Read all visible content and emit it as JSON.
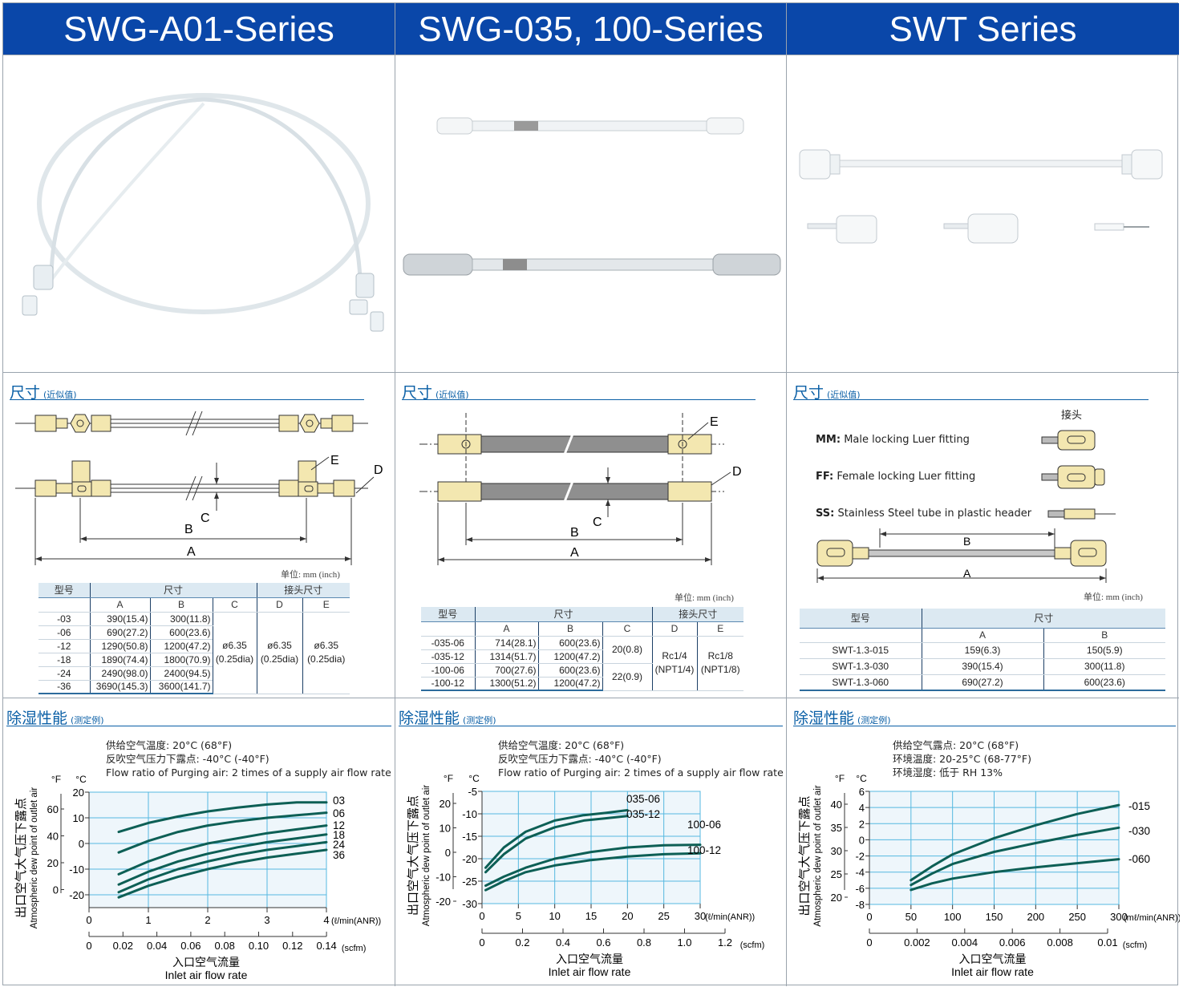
{
  "columns": [
    {
      "header": "SWG-A01-Series",
      "dims_title": "尺寸",
      "dims_sub": "(近似值)",
      "dim_letters": {
        "a": "A",
        "b": "B",
        "c": "C",
        "d": "D",
        "e": "E"
      },
      "unit": "单位: mm (inch)",
      "table": {
        "head1": [
          "型号",
          "尺寸",
          "接头尺寸"
        ],
        "head2": [
          "A",
          "B",
          "C",
          "D",
          "E"
        ],
        "rows": [
          {
            "model": "-03",
            "a": "390(15.4)",
            "b": "300(11.8)"
          },
          {
            "model": "-06",
            "a": "690(27.2)",
            "b": "600(23.6)"
          },
          {
            "model": "-12",
            "a": "1290(50.8)",
            "b": "1200(47.2)"
          },
          {
            "model": "-18",
            "a": "1890(74.4)",
            "b": "1800(70.9)"
          },
          {
            "model": "-24",
            "a": "2490(98.0)",
            "b": "2400(94.5)"
          },
          {
            "model": "-36",
            "a": "3690(145.3)",
            "b": "3600(141.7)"
          }
        ],
        "c": [
          "ø6.35",
          "(0.25dia)"
        ],
        "d": [
          "ø6.35",
          "(0.25dia)"
        ],
        "e": [
          "ø6.35",
          "(0.25dia)"
        ]
      },
      "perf_title": "除湿性能",
      "perf_sub": "(测定例)",
      "notes": [
        "供给空气温度: 20°C (68°F)",
        "反吹空气压力下露点: -40°C (-40°F)",
        "Flow ratio of Purging air: 2 times of a supply air flow rate"
      ]
    },
    {
      "header": "SWG-035, 100-Series",
      "dims_title": "尺寸",
      "dims_sub": "(近似值)",
      "dim_letters": {
        "a": "A",
        "b": "B",
        "c": "C",
        "d": "D",
        "e": "E"
      },
      "unit": "单位: mm (inch)",
      "table": {
        "head1": [
          "型号",
          "尺寸",
          "接头尺寸"
        ],
        "head2": [
          "A",
          "B",
          "C",
          "D",
          "E"
        ],
        "rows": [
          {
            "model": "-035-06",
            "a": "714(28.1)",
            "b": "600(23.6)"
          },
          {
            "model": "-035-12",
            "a": "1314(51.7)",
            "b": "1200(47.2)"
          },
          {
            "model": "-100-06",
            "a": "700(27.6)",
            "b": "600(23.6)"
          },
          {
            "model": "-100-12",
            "a": "1300(51.2)",
            "b": "1200(47.2)"
          }
        ],
        "c": [
          "20(0.8)",
          "22(0.9)"
        ],
        "d": [
          "Rc1/4",
          "(NPT1/4)"
        ],
        "e": [
          "Rc1/8",
          "(NPT1/8)"
        ]
      },
      "perf_title": "除湿性能",
      "perf_sub": "(测定例)",
      "notes": [
        "供给空气温度: 20°C (68°F)",
        "反吹空气压力下露点: -40°C (-40°F)",
        "Flow ratio of Purging air: 2 times of a supply air flow rate"
      ]
    },
    {
      "header": "SWT Series",
      "dims_title": "尺寸",
      "dims_sub": "(近似值)",
      "fitting_head": "接头",
      "fittings": [
        {
          "code": "MM:",
          "text": "Male locking Luer fitting"
        },
        {
          "code": "FF:",
          "text": "Female locking Luer fitting"
        },
        {
          "code": "SS:",
          "text": "Stainless Steel tube in plastic header"
        }
      ],
      "dim_letters": {
        "a": "A",
        "b": "B"
      },
      "unit": "单位: mm (inch)",
      "table": {
        "head1": [
          "型号",
          "尺寸"
        ],
        "head2": [
          "A",
          "B"
        ],
        "rows": [
          {
            "model": "SWT-1.3-015",
            "a": "159(6.3)",
            "b": "150(5.9)"
          },
          {
            "model": "SWT-1.3-030",
            "a": "390(15.4)",
            "b": "300(11.8)"
          },
          {
            "model": "SWT-1.3-060",
            "a": "690(27.2)",
            "b": "600(23.6)"
          }
        ]
      },
      "perf_title": "除湿性能",
      "perf_sub": "(测定例)",
      "notes": [
        "供给空气露点: 20°C (68°F)",
        "环境温度: 20-25°C (68-77°F)",
        "环境湿度: 低于 RH 13%"
      ]
    }
  ],
  "chart_data": [
    {
      "type": "line",
      "ylabel_cn": "出口空气大气压下露点",
      "ylabel_en": "Atmospheric dew point of outlet air",
      "y_unit_f": "°F",
      "y_unit_c": "°C",
      "ylim": [
        -25,
        20
      ],
      "yticks_c": [
        "20",
        "10",
        "0",
        "-10",
        "-20"
      ],
      "yticks_f": [
        "60",
        "40",
        "20",
        "0"
      ],
      "xlim": [
        0,
        4
      ],
      "xticks": [
        "0",
        "1",
        "2",
        "3",
        "4"
      ],
      "x_unit": "(ℓ/min(ANR))",
      "xticks2": [
        "0",
        "0.02",
        "0.04",
        "0.06",
        "0.08",
        "0.10",
        "0.12",
        "0.14"
      ],
      "x2_unit": "(scfm)",
      "xlabel_cn": "入口空气流量",
      "xlabel_en": "Inlet air flow rate",
      "series": [
        {
          "name": "03",
          "x": [
            0.5,
            1,
            1.5,
            2,
            2.5,
            3,
            3.5,
            4
          ],
          "y": [
            4.5,
            8,
            10.5,
            12.5,
            14,
            15.2,
            16,
            16
          ]
        },
        {
          "name": "06",
          "x": [
            0.5,
            1,
            1.5,
            2,
            2.5,
            3,
            3.5,
            4
          ],
          "y": [
            -3.5,
            1,
            4.5,
            7,
            8.7,
            10,
            11,
            12
          ]
        },
        {
          "name": "12",
          "x": [
            0.5,
            1,
            1.5,
            2,
            2.5,
            3,
            3.5,
            4
          ],
          "y": [
            -12,
            -7,
            -3,
            0,
            2,
            4,
            5.5,
            7
          ]
        },
        {
          "name": "18",
          "x": [
            0.5,
            1,
            1.5,
            2,
            2.5,
            3,
            3.5,
            4
          ],
          "y": [
            -16,
            -11,
            -7,
            -4,
            -1.5,
            0.5,
            2,
            3.5
          ]
        },
        {
          "name": "24",
          "x": [
            0.5,
            1,
            1.5,
            2,
            2.5,
            3,
            3.5,
            4
          ],
          "y": [
            -19,
            -14,
            -10,
            -7,
            -4.5,
            -2.5,
            -1,
            0.5
          ]
        },
        {
          "name": "36",
          "x": [
            0.5,
            1,
            1.5,
            2,
            2.5,
            3,
            3.5,
            4
          ],
          "y": [
            -21,
            -16.5,
            -13,
            -10,
            -7.5,
            -5.5,
            -4,
            -2.5
          ]
        }
      ]
    },
    {
      "type": "line",
      "ylabel_cn": "出口空气大气压下露点",
      "ylabel_en": "Atmospheric dew point of outlet air",
      "y_unit_f": "°F",
      "y_unit_c": "°C",
      "ylim": [
        -30,
        -5
      ],
      "yticks_c": [
        "-5",
        "-10",
        "-15",
        "-20",
        "-25",
        "-30"
      ],
      "yticks_f": [
        "20",
        "10",
        "0",
        "-10",
        "-20"
      ],
      "xlim": [
        0,
        30
      ],
      "xticks": [
        "0",
        "5",
        "10",
        "15",
        "20",
        "25",
        "30"
      ],
      "x_unit": "(ℓ/min(ANR))",
      "xticks2": [
        "0",
        "0.2",
        "0.4",
        "0.6",
        "0.8",
        "1.0",
        "1.2"
      ],
      "x2_unit": "(scfm)",
      "xlabel_cn": "入口空气流量",
      "xlabel_en": "Inlet air flow rate",
      "series": [
        {
          "name": "035-06",
          "x": [
            0.5,
            3,
            6,
            10,
            14,
            17,
            20
          ],
          "y": [
            -22,
            -17.5,
            -14,
            -11.5,
            -10.3,
            -9.8,
            -9.2
          ]
        },
        {
          "name": "035-12",
          "x": [
            0.5,
            3,
            6,
            10,
            14,
            17,
            20
          ],
          "y": [
            -23,
            -19,
            -15.5,
            -13,
            -11.5,
            -11,
            -10.5
          ]
        },
        {
          "name": "100-06",
          "x": [
            0.5,
            3,
            6,
            10,
            15,
            20,
            25,
            30
          ],
          "y": [
            -26,
            -24,
            -22,
            -20,
            -18.5,
            -17.5,
            -17,
            -16.9
          ]
        },
        {
          "name": "100-12",
          "x": [
            0.5,
            3,
            6,
            10,
            15,
            20,
            25,
            30
          ],
          "y": [
            -27,
            -25,
            -23,
            -21.5,
            -20.3,
            -19.5,
            -19,
            -18.8
          ]
        }
      ]
    },
    {
      "type": "line",
      "ylabel_cn": "出口空气大气压下露点",
      "ylabel_en": "Atmospheric dew point of outlet air",
      "y_unit_f": "°F",
      "y_unit_c": "°C",
      "ylim": [
        -8,
        6
      ],
      "yticks_c": [
        "6",
        "4",
        "2",
        "0",
        "-2",
        "-4",
        "-6",
        "-8"
      ],
      "yticks_f": [
        "40",
        "35",
        "30",
        "25",
        "20"
      ],
      "xlim": [
        0,
        300
      ],
      "xticks": [
        "0",
        "50",
        "100",
        "150",
        "200",
        "250",
        "300"
      ],
      "x_unit": "(mℓ/min(ANR))",
      "xticks2": [
        "0",
        "0.002",
        "0.004",
        "0.006",
        "0.008",
        "0.01"
      ],
      "x2_unit": "(scfm)",
      "xlabel_cn": "入口空气流量",
      "xlabel_en": "Inlet air flow rate",
      "series": [
        {
          "name": "-015",
          "x": [
            50,
            75,
            100,
            150,
            200,
            250,
            300
          ],
          "y": [
            -5,
            -3.3,
            -1.8,
            0.2,
            1.8,
            3.2,
            4.3
          ]
        },
        {
          "name": "-030",
          "x": [
            50,
            75,
            100,
            150,
            200,
            250,
            300
          ],
          "y": [
            -5.6,
            -4.2,
            -3,
            -1.5,
            -0.4,
            0.6,
            1.5
          ]
        },
        {
          "name": "-060",
          "x": [
            50,
            75,
            100,
            150,
            200,
            250,
            300
          ],
          "y": [
            -6.2,
            -5.4,
            -4.8,
            -4,
            -3.4,
            -2.9,
            -2.4
          ]
        }
      ]
    }
  ]
}
